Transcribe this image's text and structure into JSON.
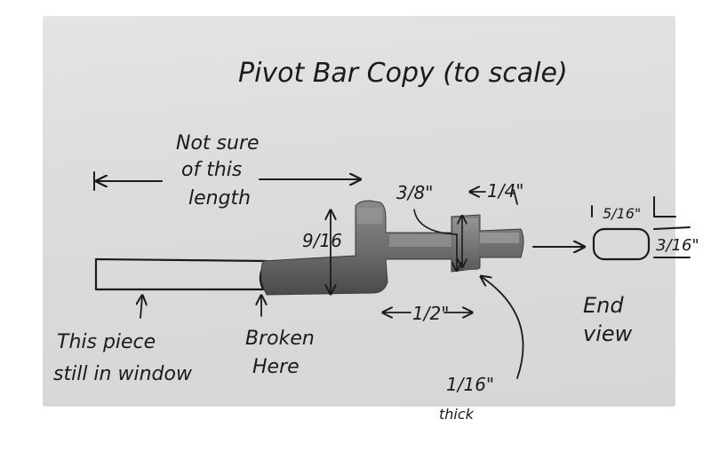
{
  "title": "Pivot Bar Copy (to scale)",
  "note_length": [
    "Not sure",
    "of this",
    "length"
  ],
  "dim_9_16": "9/16",
  "dim_3_8": "3/8\"",
  "dim_1_4": "1/4\"",
  "dim_1_2": "1/2\"",
  "dim_1_16": "1/16\"",
  "dim_1_16_note": "thick",
  "end_view_width": "5/16\"",
  "end_view_height": "3/16\"",
  "label_piece": [
    "This piece",
    "still in window"
  ],
  "label_broken": [
    "Broken",
    "Here"
  ],
  "label_end_view": [
    "End",
    "view"
  ]
}
